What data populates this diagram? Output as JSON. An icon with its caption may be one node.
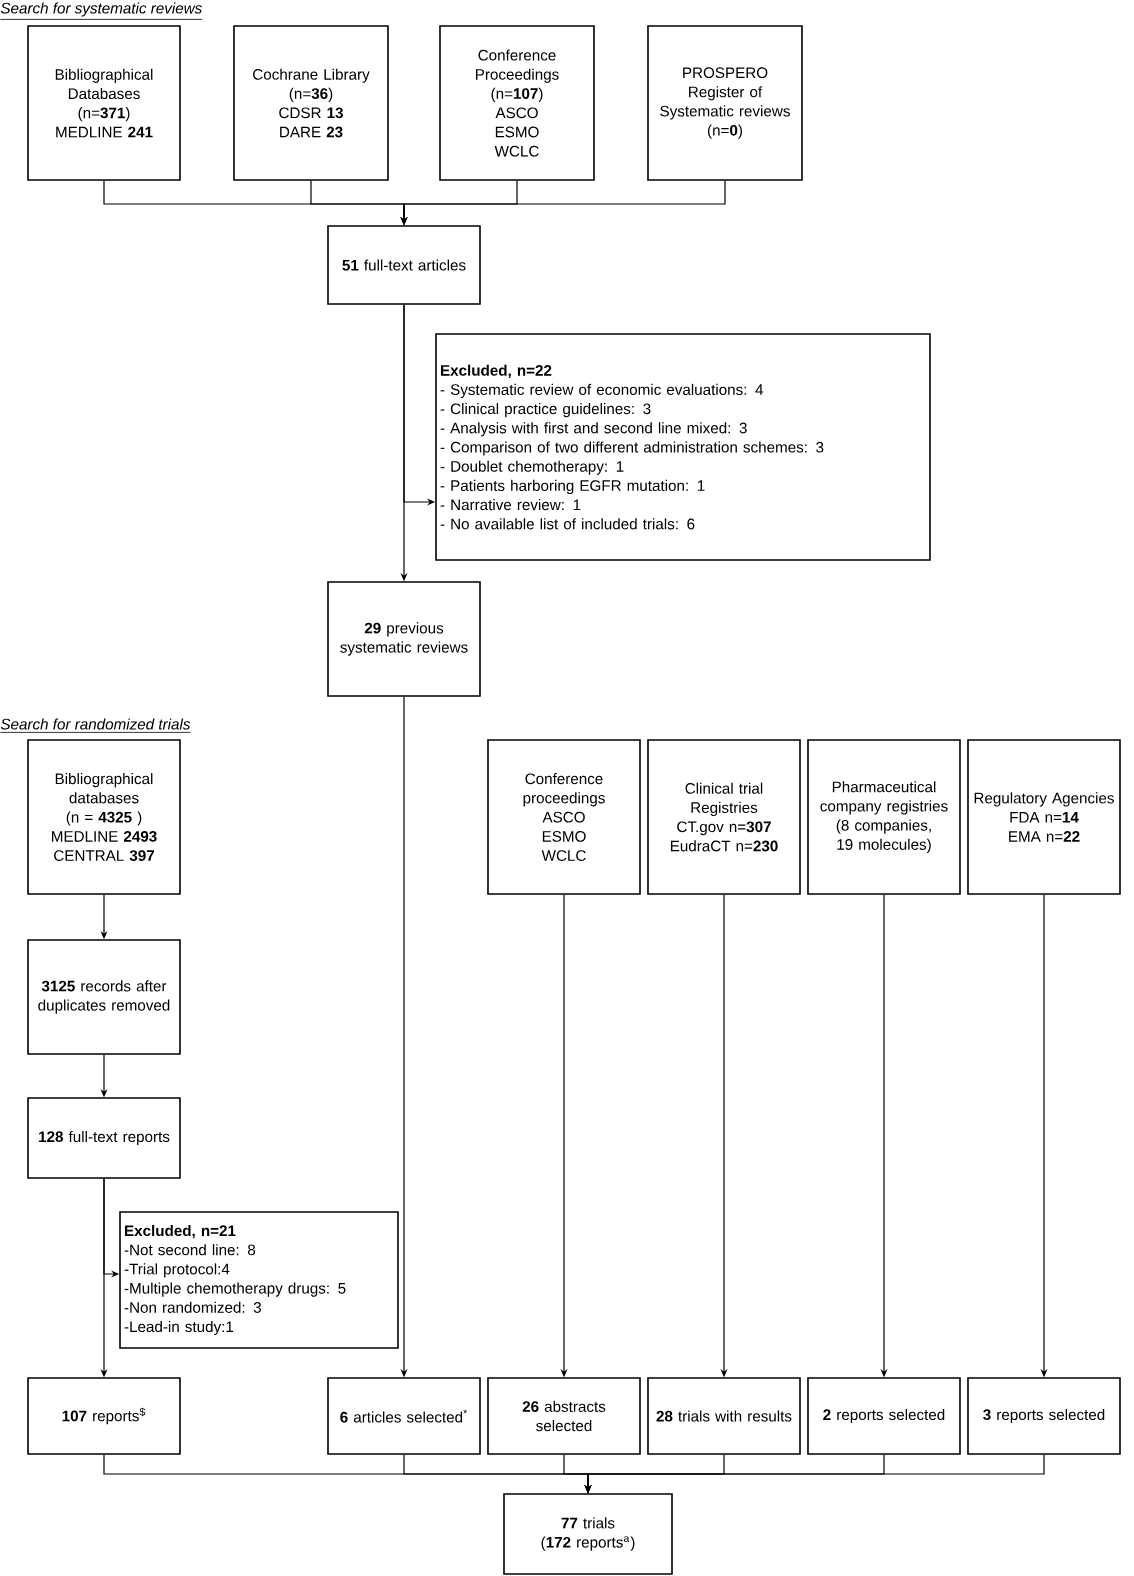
{
  "diagram": {
    "nodes": [
      {
        "text": [
          "Bibliographical Databases",
          "(n=**371**)",
          "MEDLINE **241**"
        ]
      },
      {
        "text": [
          "Cochrane Library",
          "(n=**36**)",
          "CDSR **13**",
          "DARE **23**"
        ]
      },
      {
        "text": [
          "Conference Proceedings",
          "(n=**107**)",
          "ASCO",
          "ESMO",
          "WCLC"
        ]
      },
      {
        "text": [
          "PROSPERO Register of Systematic reviews",
          "(n=**0**)"
        ]
      },
      {
        "text": [
          "**51** full-text articles"
        ]
      },
      {
        "text": [
          "Excluded, n=22",
          "- Systematic review of economic evaluations: 4",
          "- Clinical practice guidelines: 3",
          "- Analysis with first and second line mixed: 3",
          "- Comparison of two different administration schemes: 3",
          "- Doublet chemotherapy: 1",
          "- Patients harboring EGFR mutation: 1",
          "- Narrative review: 1",
          "- No available list of included trials: 6"
        ]
      },
      {
        "text": [
          "**29** previous systematic reviews"
        ]
      },
      {
        "text": [
          "Bibliographical databases",
          "(n = **4325** )",
          "MEDLINE **2493**",
          "CENTRAL **397**"
        ]
      },
      {
        "text": [
          "**3125** records after duplicates removed"
        ]
      },
      {
        "text": [
          "**128** full-text reports"
        ]
      },
      {
        "text": [
          "Excluded, n=21",
          "-Not second line: 8",
          "-Trial protocol:4",
          "-Multiple chemotherapy drugs: 5",
          "-Non randomized: 3",
          "-Lead-in study:1"
        ]
      },
      {
        "text": [
          "**107** reports$^{$}$"
        ]
      },
      {
        "text": [
          "**6** articles selected$^{*}$"
        ]
      },
      {
        "text": [
          "Conference proceedings",
          "ASCO",
          "ESMO",
          "WCLC"
        ]
      },
      {
        "text": [
          "Clinical trial Registries",
          "CT.gov n=**307**",
          "EudraCT n=**230**"
        ]
      },
      {
        "text": [
          "Pharmaceutical company registries",
          "(8 companies, 19 molecules)"
        ]
      },
      {
        "text": [
          "Regulatory Agencies",
          "FDA n=**14**",
          "EMA n=**22**"
        ]
      },
      {
        "text": [
          "**26** abstracts selected"
        ]
      },
      {
        "text": [
          "**28** trials with results"
        ]
      },
      {
        "text": [
          "**2** reports selected"
        ]
      },
      {
        "text": [
          "**3** reports selected"
        ]
      },
      {
        "text": [
          "**77** trials",
          "(**172** reports$^{a}$)"
        ]
      }
    ],
    "edges": [
      {
        "from": 0,
        "to": 4,
        "arrow": "to"
      },
      {
        "from": 1,
        "to": 4,
        "arrow": "to"
      },
      {
        "from": 2,
        "to": 4,
        "arrow": "to"
      },
      {
        "from": 3,
        "to": 4,
        "arrow": "to"
      },
      {
        "from": 4,
        "to": 6,
        "arrow": "to"
      },
      {
        "from": 4,
        "to": 5,
        "arrow": "to"
      },
      {
        "from": 7,
        "to": 8,
        "arrow": "to"
      },
      {
        "from": 8,
        "to": 9,
        "arrow": "to"
      },
      {
        "from": 9,
        "to": 11,
        "arrow": "to"
      },
      {
        "from": 9,
        "to": 10,
        "arrow": "to"
      },
      {
        "from": 6,
        "to": 12,
        "arrow": "to"
      },
      {
        "from": 13,
        "to": 17,
        "arrow": "to"
      },
      {
        "from": 14,
        "to": 18,
        "arrow": "to"
      },
      {
        "from": 15,
        "to": 19,
        "arrow": "to"
      },
      {
        "from": 16,
        "to": 20,
        "arrow": "to"
      },
      {
        "from": 11,
        "to": 21,
        "arrow": "to"
      },
      {
        "from": 12,
        "to": 21,
        "arrow": "to"
      },
      {
        "from": 17,
        "to": 21,
        "arrow": "to"
      },
      {
        "from": 18,
        "to": 21,
        "arrow": "to"
      },
      {
        "from": 19,
        "to": 21,
        "arrow": "to"
      },
      {
        "from": 20,
        "to": 21,
        "arrow": "to"
      }
    ],
    "labels": [
      "Search for systematic reviews",
      "Search for randomized trials"
    ]
  }
}
